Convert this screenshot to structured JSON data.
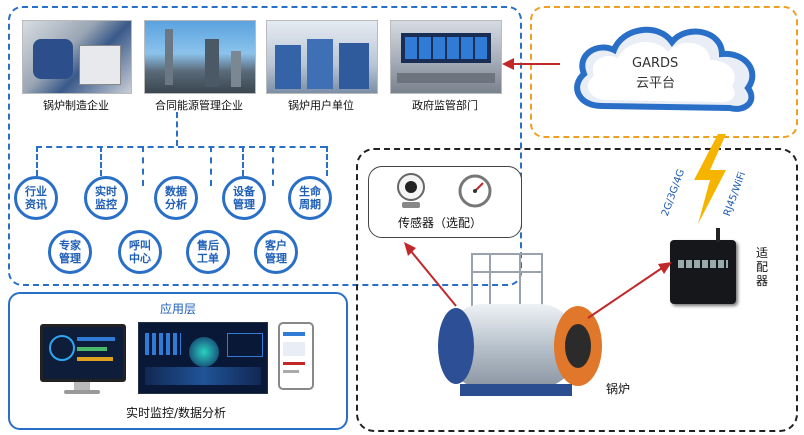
{
  "top_entities": [
    {
      "label": "锅炉制造企业"
    },
    {
      "label": "合同能源管理企业"
    },
    {
      "label": "锅炉用户单位"
    },
    {
      "label": "政府监管部门"
    }
  ],
  "services_row1": [
    "行业\n资讯",
    "实时\n监控",
    "数据\n分析",
    "设备\n管理",
    "生命\n周期"
  ],
  "services_row2": [
    "专家\n管理",
    "呼叫\n中心",
    "售后\n工单",
    "客户\n管理"
  ],
  "cloud": {
    "line1": "GARDS",
    "line2": "云平台"
  },
  "sensor_label": "传感器（选配）",
  "adapter_label": "适配器",
  "boiler_label": "锅炉",
  "link_left": "2G/3G/4G",
  "link_right": "RJ45/WiFi",
  "app_layer": {
    "title": "应用层",
    "caption": "实时监控/数据分析"
  },
  "colors": {
    "blue": "#2a6fc7",
    "orange": "#f0a020",
    "red_arrow": "#c0282a",
    "bolt": "#f5b400"
  }
}
